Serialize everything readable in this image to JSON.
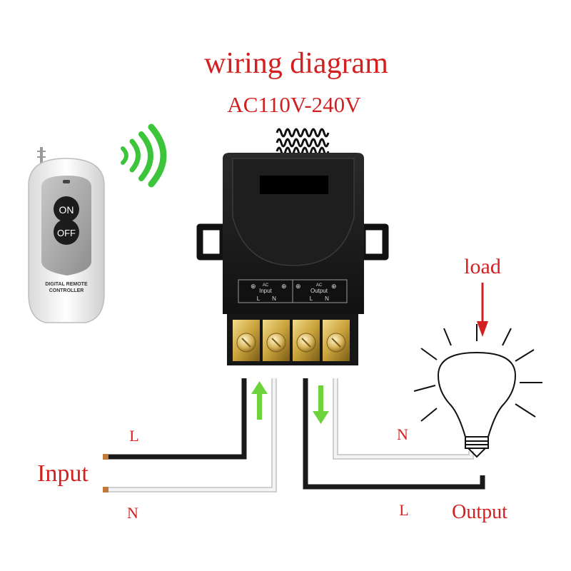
{
  "title": "wiring diagram",
  "voltage": "AC110V-240V",
  "remote": {
    "on_label": "ON",
    "off_label": "OFF",
    "brand_line1": "DIGITAL REMOTE",
    "brand_line2": "CONTROLLER"
  },
  "receiver": {
    "input_label_ac": "AC",
    "input_label": "Input",
    "output_label_ac": "AC",
    "output_label": "Output",
    "l_label": "L",
    "n_label": "N"
  },
  "labels": {
    "load": "load",
    "input": "Input",
    "output": "Output",
    "input_l": "L",
    "input_n": "N",
    "output_n": "N",
    "output_l": "L"
  },
  "colors": {
    "accent_red": "#d21f1f",
    "arrow_green": "#6cd43a",
    "signal_green": "#3cc43a",
    "device_black": "#1c1c1c",
    "wire_black": "#1a1a1a",
    "wire_white": "#e6e6e6",
    "terminal_gold": "#c9a23a"
  }
}
